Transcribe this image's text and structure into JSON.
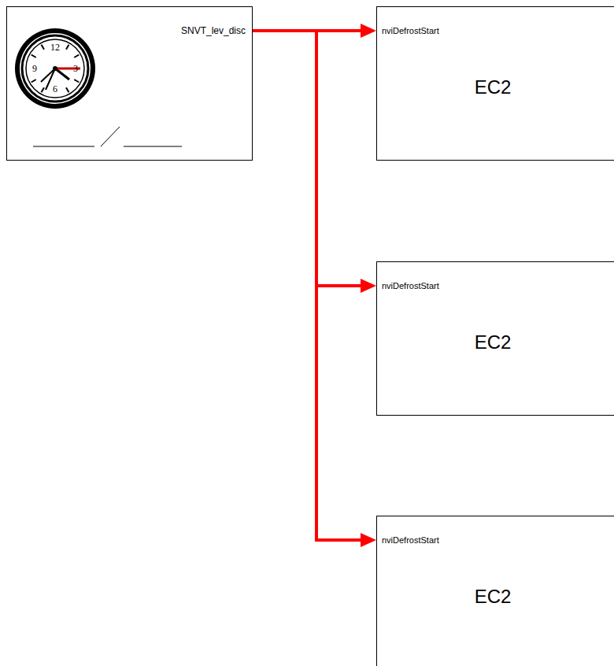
{
  "diagram": {
    "nodes": [
      {
        "text": [
          "SNVT_lev_disc"
        ]
      },
      {
        "text": [
          "nviDefrostStart",
          "EC2"
        ]
      },
      {
        "text": [
          "nviDefrostStart",
          "EC2"
        ]
      },
      {
        "text": [
          "nviDefrostStart",
          "EC2"
        ]
      }
    ],
    "edges": [
      {
        "from": 0,
        "to": 1,
        "arrow": "to"
      },
      {
        "from": 0,
        "to": 2,
        "arrow": "to"
      },
      {
        "from": 0,
        "to": 3,
        "arrow": "to"
      }
    ],
    "labels": [
      "12",
      "3",
      "6",
      "9"
    ]
  }
}
